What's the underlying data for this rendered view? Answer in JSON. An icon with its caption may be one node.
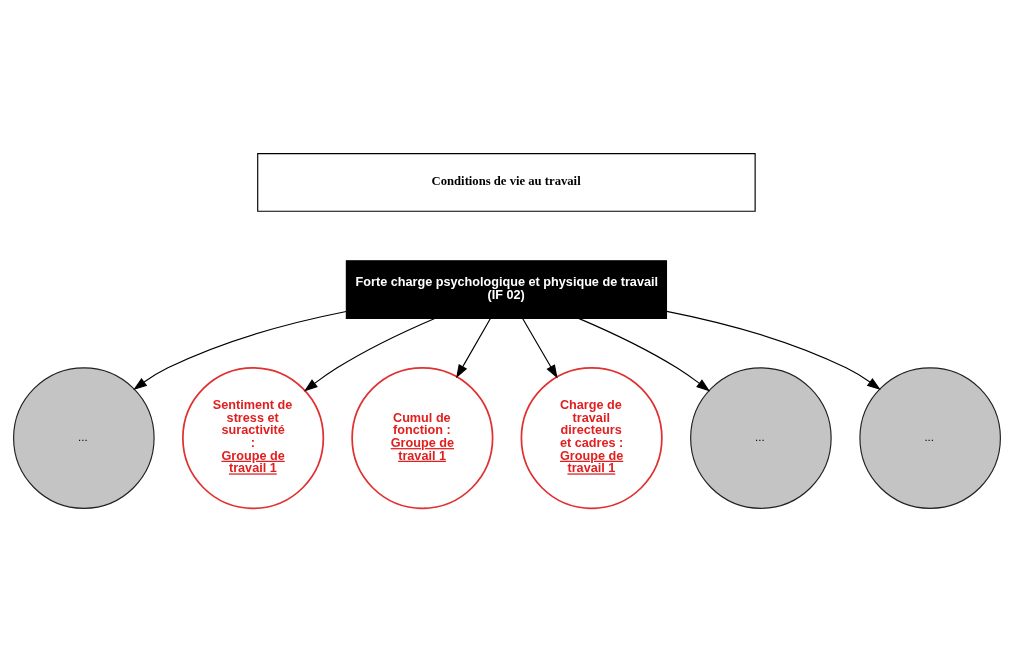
{
  "diagram": {
    "nodes": [
      {
        "text": [
          "Conditions de vie au travail"
        ]
      },
      {
        "text": [
          "Forte charge psychologique et physique de travail (IF 02)"
        ]
      },
      {
        "text": [
          "..."
        ]
      },
      {
        "text": [
          "Sentiment de stress et suractivité :",
          "Groupe de travail 1"
        ]
      },
      {
        "text": [
          "Cumul de fonction :",
          "Groupe de travail 1"
        ]
      },
      {
        "text": [
          "Charge de travail directeurs et cadres :",
          "Groupe de travail 1"
        ]
      },
      {
        "text": [
          "..."
        ]
      },
      {
        "text": [
          "..."
        ]
      }
    ],
    "edges": [
      {
        "from": 1,
        "to": 2,
        "arrow": "to"
      },
      {
        "from": 1,
        "to": 3,
        "arrow": "to"
      },
      {
        "from": 1,
        "to": 4,
        "arrow": "to"
      },
      {
        "from": 1,
        "to": 5,
        "arrow": "to"
      },
      {
        "from": 1,
        "to": 6,
        "arrow": "to"
      },
      {
        "from": 1,
        "to": 7,
        "arrow": "to"
      }
    ]
  }
}
